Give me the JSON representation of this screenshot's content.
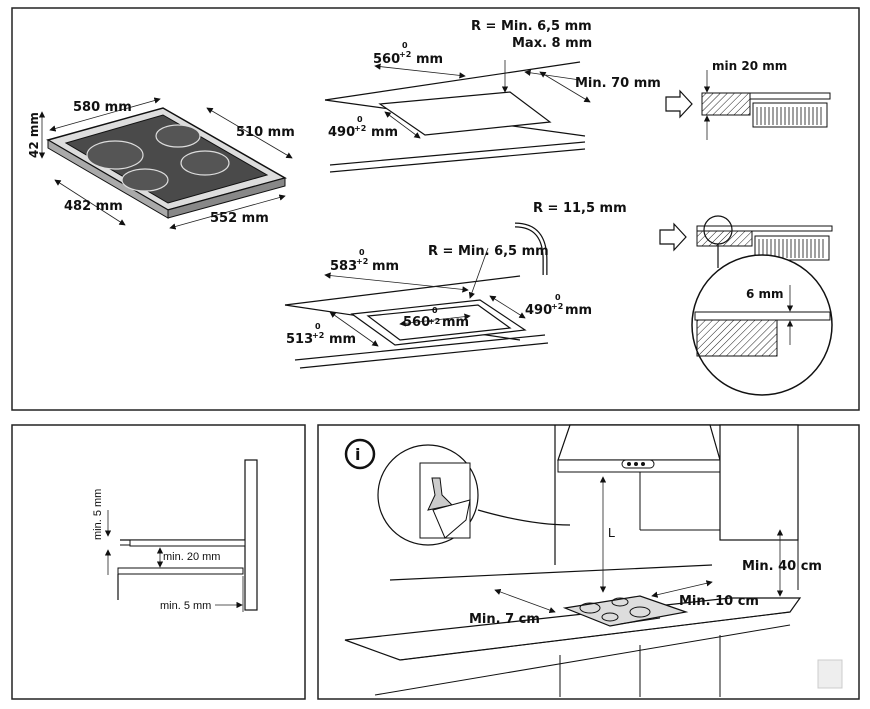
{
  "panel_top": {
    "hob_dims": {
      "width_top": "580 mm",
      "depth_right": "510 mm",
      "height_left": "42 mm",
      "width_bottom": "482 mm",
      "depth_bottom": "552 mm"
    },
    "cutout_1": {
      "radius_line1": "R = Min. 6,5 mm",
      "radius_line2": "Max. 8 mm",
      "width_main": "560",
      "width_sup_top": "0",
      "width_sup_bottom": "+2",
      "width_unit": "mm",
      "depth_main": "490",
      "depth_sup_top": "0",
      "depth_sup_bottom": "+2",
      "depth_unit": "mm",
      "front_min": "Min. 70 mm"
    },
    "edge_detail_1": {
      "label": "min 20 mm"
    },
    "cutout_2": {
      "radius_outer": "R = 11,5 mm",
      "radius_inner": "R = Min. 6,5 mm",
      "outer_width_main": "583",
      "outer_width_sup_top": "0",
      "outer_width_sup_bottom": "+2",
      "outer_width_unit": "mm",
      "inner_width_main": "560",
      "inner_width_sup_top": "0",
      "inner_width_sup_bottom": "+2",
      "inner_width_unit": "mm",
      "depth_main": "490",
      "depth_sup_top": "0",
      "depth_sup_bottom": "+2",
      "depth_unit": "mm",
      "front_main": "513",
      "front_sup_top": "0",
      "front_sup_bottom": "+2",
      "front_unit": "mm"
    },
    "edge_detail_2": {
      "label": "6 mm"
    }
  },
  "panel_bottom_left": {
    "gap_vertical": "min. 5 mm",
    "gap_under": "min. 20 mm",
    "gap_wall": "min. 5 mm"
  },
  "panel_bottom_right": {
    "info_glyph": "i",
    "hood_distance": "L",
    "cabinet_height": "Min. 40 cm",
    "side_clearance": "Min. 10 cm",
    "front_clearance": "Min. 7 cm"
  }
}
